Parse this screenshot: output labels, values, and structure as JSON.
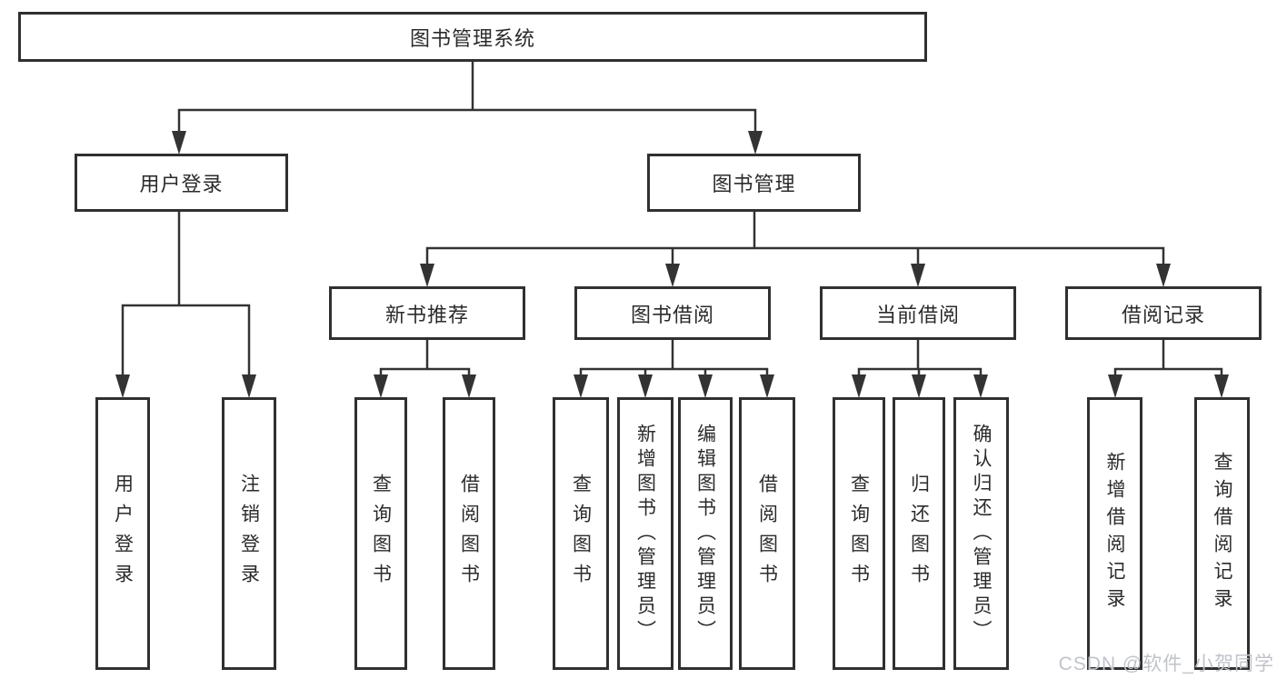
{
  "diagram": {
    "title_node": {
      "label": "图书管理系统"
    },
    "level2": [
      {
        "label": "用户登录"
      },
      {
        "label": "图书管理"
      }
    ],
    "level3": [
      {
        "label": "新书推荐",
        "parent": "图书管理"
      },
      {
        "label": "图书借阅",
        "parent": "图书管理"
      },
      {
        "label": "当前借阅",
        "parent": "图书管理"
      },
      {
        "label": "借阅记录",
        "parent": "图书管理"
      }
    ],
    "leaves": [
      {
        "label": "用户登录",
        "parent": "用户登录"
      },
      {
        "label": "注销登录",
        "parent": "用户登录"
      },
      {
        "label": "查询图书",
        "parent": "新书推荐"
      },
      {
        "label": "借阅图书",
        "parent": "新书推荐"
      },
      {
        "label": "查询图书",
        "parent": "图书借阅"
      },
      {
        "label": "新增图书（管理员）",
        "parent": "图书借阅"
      },
      {
        "label": "编辑图书（管理员）",
        "parent": "图书借阅"
      },
      {
        "label": "借阅图书",
        "parent": "图书借阅"
      },
      {
        "label": "查询图书",
        "parent": "当前借阅"
      },
      {
        "label": "归还图书",
        "parent": "当前借阅"
      },
      {
        "label": "确认归还（管理员）",
        "parent": "当前借阅"
      },
      {
        "label": "新增借阅记录",
        "parent": "借阅记录"
      },
      {
        "label": "查询借阅记录",
        "parent": "借阅记录"
      }
    ],
    "colors": {
      "line": "#333333",
      "border": "#303030",
      "text": "#2b2b2b",
      "background": "#ffffff",
      "watermark": "#c0c3c9"
    }
  },
  "watermark": {
    "text": "CSDN @软件_小贺同学"
  }
}
